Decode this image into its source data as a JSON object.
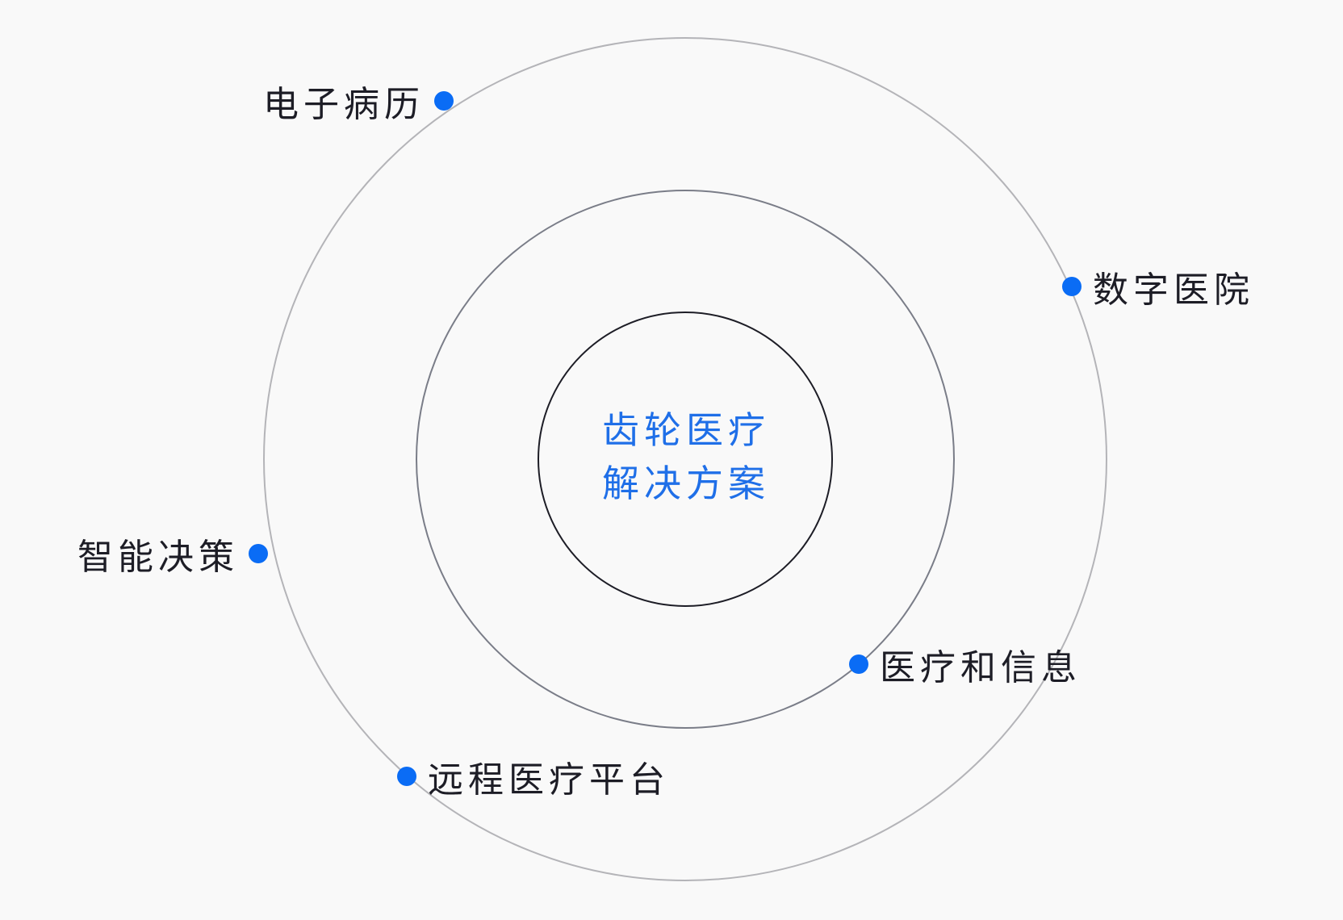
{
  "center": {
    "line1": "齿轮医疗",
    "line2": "解决方案"
  },
  "nodes": {
    "emr": "电子病历",
    "digital_hospital": "数字医院",
    "smart_decision": "智能决策",
    "medical_info": "医疗和信息",
    "telemedicine": "远程医疗平台"
  },
  "colors": {
    "accent": "#0a6cf5",
    "center_text": "#1f6fe8",
    "label_text": "#1d1d26",
    "background": "#f9f9f9",
    "inner_ring": "#1d1d26",
    "middle_ring": "#7a7d88",
    "outer_ring": "#b4b4b8"
  }
}
